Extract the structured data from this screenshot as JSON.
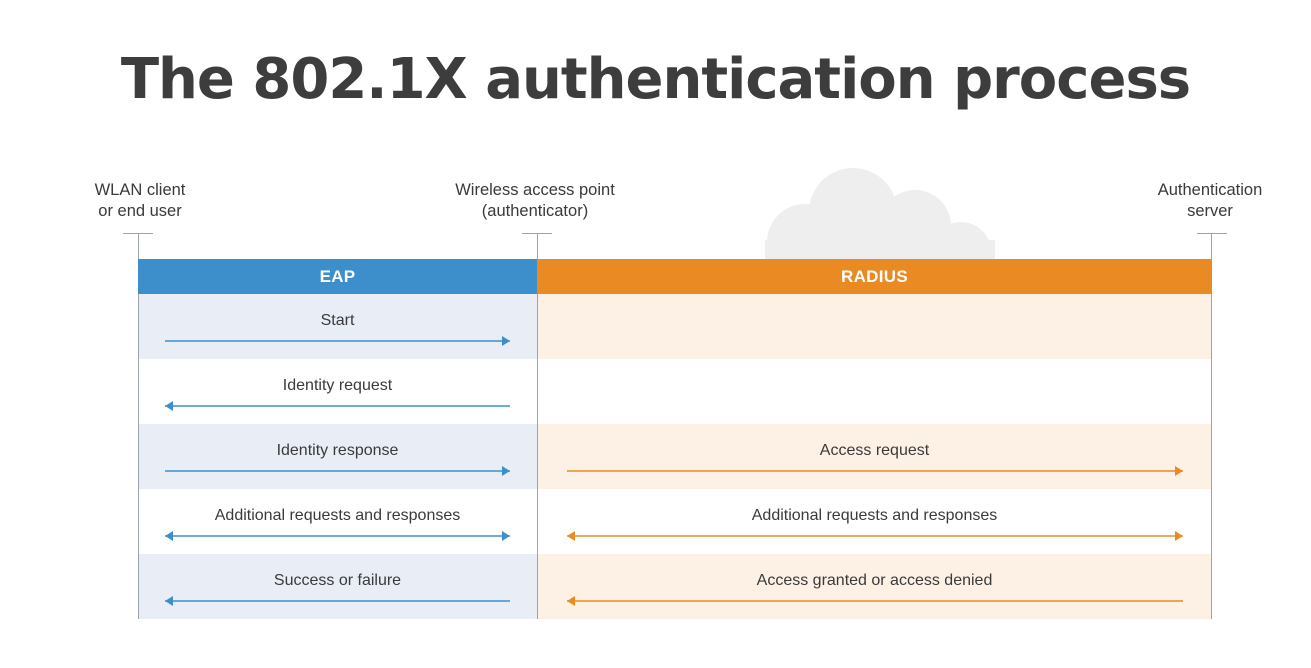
{
  "title": "The 802.1X authentication process",
  "endpoints": {
    "client": [
      "WLAN client",
      "or end user"
    ],
    "access_point": [
      "Wireless access point",
      "(authenticator)"
    ],
    "server": [
      "Authentication",
      "server"
    ]
  },
  "bands": {
    "left": "EAP",
    "right": "RADIUS"
  },
  "colors": {
    "eap": "#3d8fcb",
    "radius": "#e98b22",
    "eap_row": "#e8edf6",
    "radius_row": "#fdf1e5"
  },
  "rows": [
    {
      "eap_label": "Start",
      "eap_dir": "right",
      "radius_label": "",
      "radius_dir": "none"
    },
    {
      "eap_label": "Identity request",
      "eap_dir": "left",
      "radius_label": "",
      "radius_dir": "none"
    },
    {
      "eap_label": "Identity response",
      "eap_dir": "right",
      "radius_label": "Access request",
      "radius_dir": "right"
    },
    {
      "eap_label": "Additional requests and responses",
      "eap_dir": "both",
      "radius_label": "Additional requests and responses",
      "radius_dir": "both"
    },
    {
      "eap_label": "Success or failure",
      "eap_dir": "left",
      "radius_label": "Access granted or access denied",
      "radius_dir": "left"
    }
  ]
}
